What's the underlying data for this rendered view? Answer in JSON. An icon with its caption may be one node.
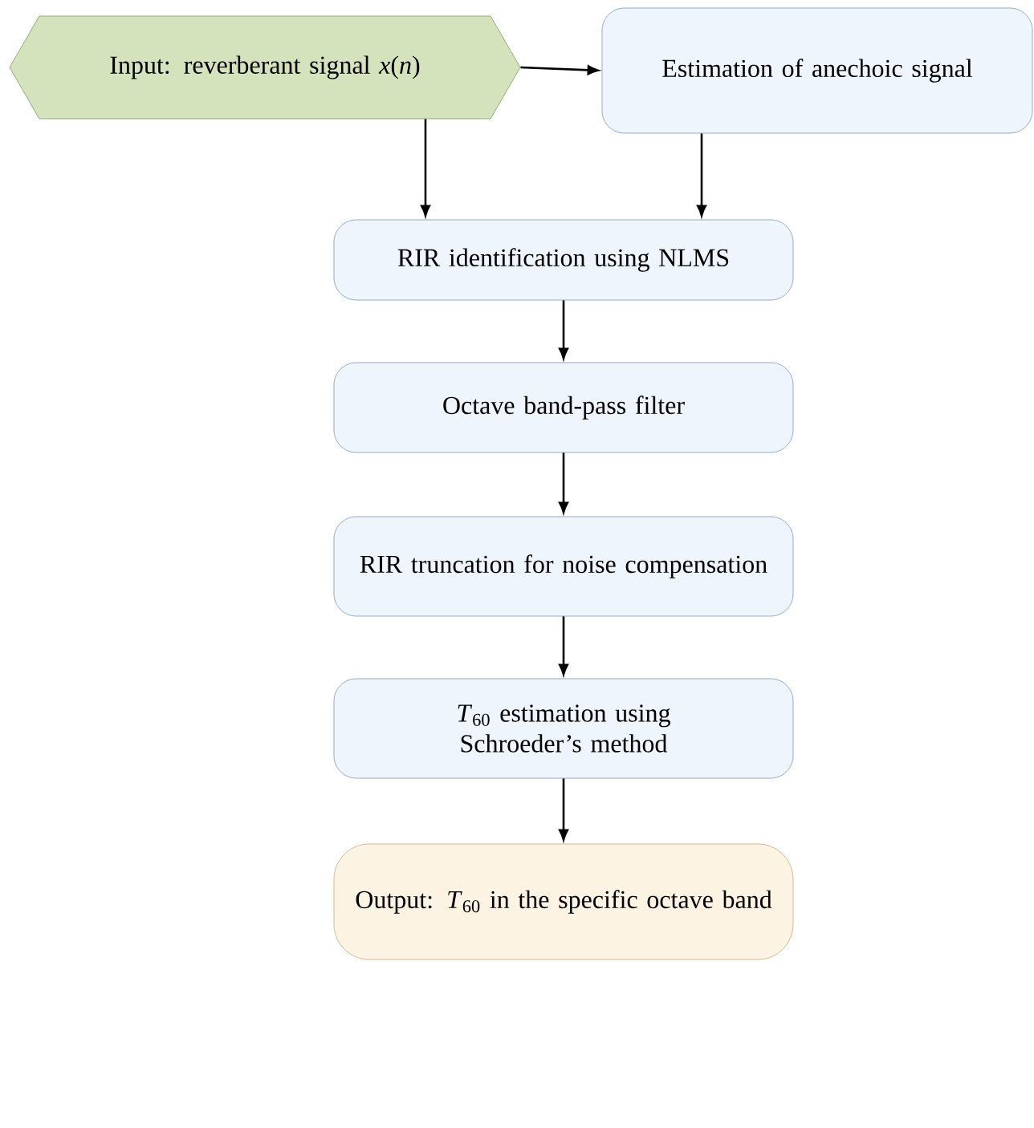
{
  "diagram": {
    "nodes": [
      {
        "text": [
          "Input: reverberant signal *x*(*n*)"
        ]
      },
      {
        "text": [
          "Estimation of anechoic signal"
        ]
      },
      {
        "text": [
          "RIR identification using NLMS"
        ]
      },
      {
        "text": [
          "Octave band-pass filter"
        ]
      },
      {
        "text": [
          "RIR truncation for noise compensation"
        ]
      },
      {
        "text": [
          "*T*$_{60}$ estimation using Schroeder’s method"
        ]
      },
      {
        "text": [
          "Output: *T*$_{60}$ in the specific octave band"
        ]
      }
    ],
    "edges": [
      {
        "from": 0,
        "to": 1,
        "arrow": "to"
      },
      {
        "from": 0,
        "to": 2,
        "arrow": "to"
      },
      {
        "from": 1,
        "to": 2,
        "arrow": "to"
      },
      {
        "from": 2,
        "to": 3,
        "arrow": "to"
      },
      {
        "from": 3,
        "to": 4,
        "arrow": "to"
      },
      {
        "from": 4,
        "to": 5,
        "arrow": "to"
      },
      {
        "from": 5,
        "to": 6,
        "arrow": "to"
      }
    ]
  }
}
